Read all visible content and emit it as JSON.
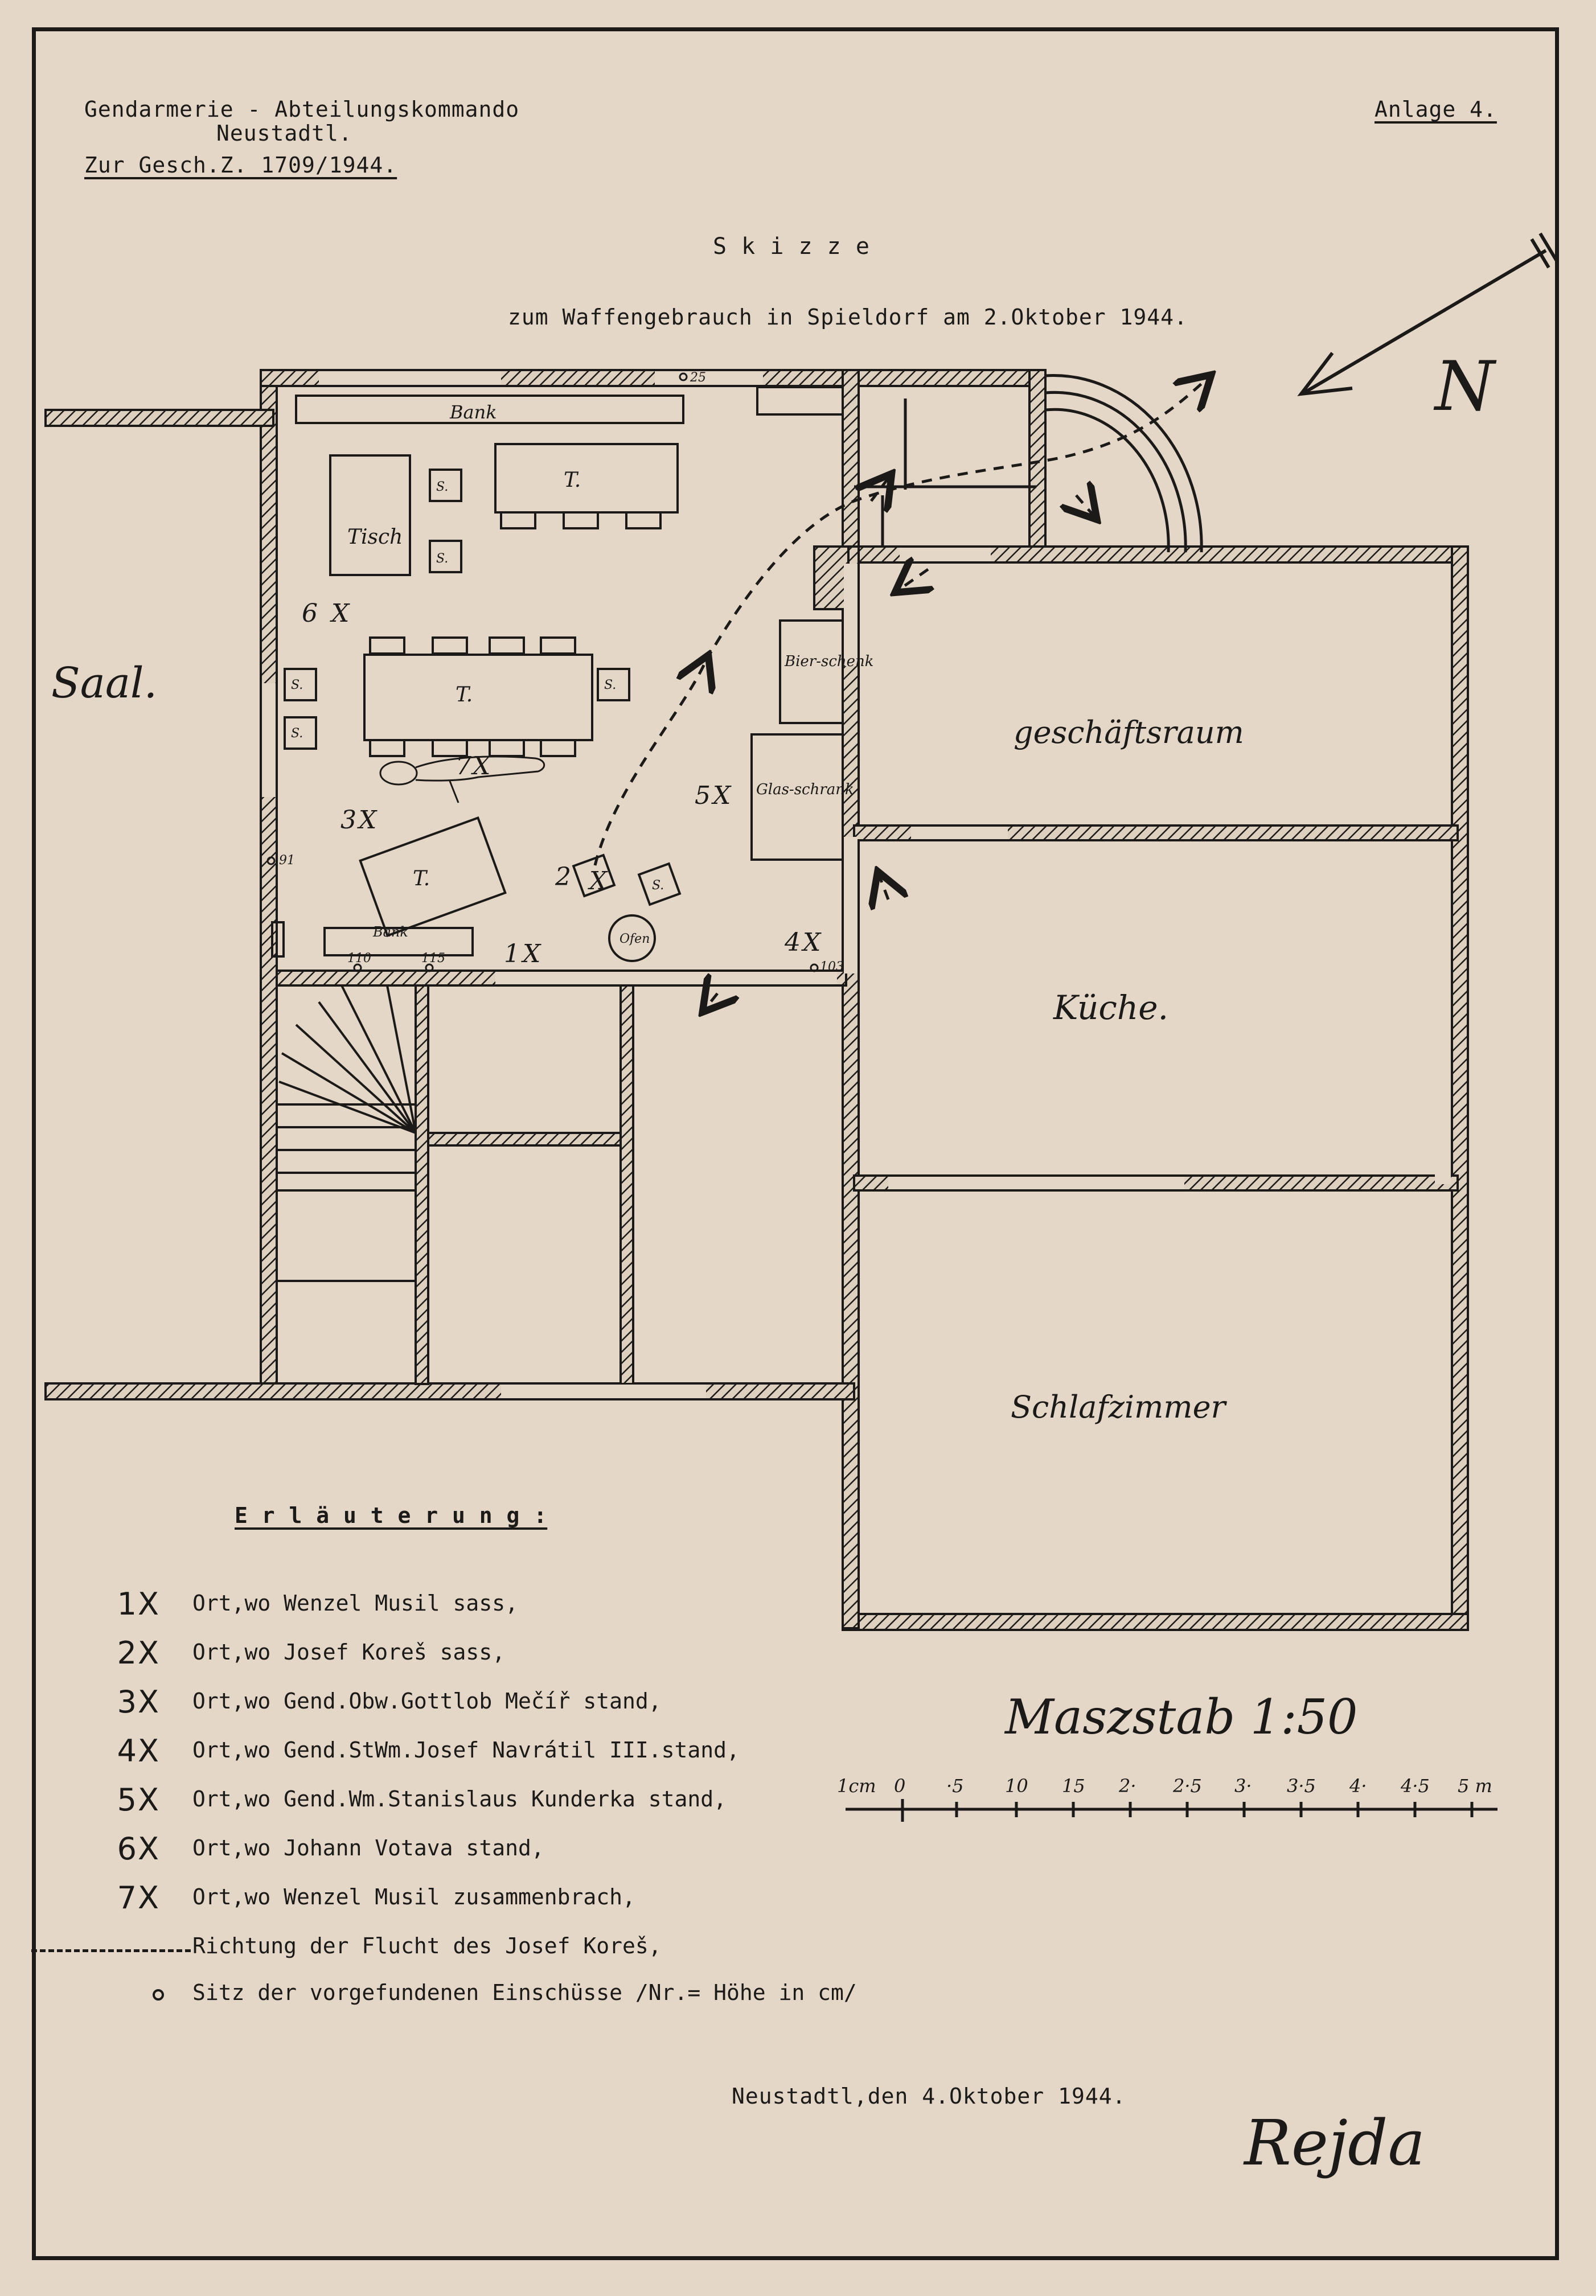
{
  "header": {
    "office_line1": "Gendarmerie - Abteilungskommando",
    "office_line2": "Neustadtl.",
    "ref": "Zur Gesch.Z. 1709/1944.",
    "annex": "Anlage 4."
  },
  "title": "S k i z z e",
  "subtitle": "zum Waffengebrauch in Spieldorf am 2.Oktober 1944.",
  "compass": {
    "label": "N"
  },
  "plan": {
    "rooms": {
      "saal": "Saal.",
      "geschaeftsraum": "geschäftsraum",
      "kueche": "Küche.",
      "schlafzimmer": "Schlafzimmer"
    },
    "furniture": {
      "bank_top": "Bank",
      "bank_bottom": "Bank",
      "tisch": "Tisch",
      "table_short": "T.",
      "chair_short": "S.",
      "bierschenk": "Bier-schenk",
      "glasschrank": "Glas-schrank",
      "ofen": "Ofen"
    },
    "shot_heights": [
      "25",
      "91",
      "110",
      "115",
      "103"
    ],
    "markers": [
      {
        "num": "1"
      },
      {
        "num": "2"
      },
      {
        "num": "3"
      },
      {
        "num": "4"
      },
      {
        "num": "5"
      },
      {
        "num": "6"
      },
      {
        "num": "7"
      }
    ]
  },
  "legend": {
    "title": "E r l ä u t e r u n g :",
    "items": [
      {
        "num": "1",
        "text": "Ort,wo Wenzel Musil sass,"
      },
      {
        "num": "2",
        "text": "Ort,wo Josef Koreš sass,"
      },
      {
        "num": "3",
        "text": "Ort,wo Gend.Obw.Gottlob Mečíř stand,"
      },
      {
        "num": "4",
        "text": "Ort,wo Gend.StWm.Josef Navrátil III.stand,"
      },
      {
        "num": "5",
        "text": "Ort,wo Gend.Wm.Stanislaus Kunderka stand,"
      },
      {
        "num": "6",
        "text": "Ort,wo Johann Votava stand,"
      },
      {
        "num": "7",
        "text": "Ort,wo Wenzel Musil zusammenbrach,"
      }
    ],
    "mark": "X",
    "dash_text": "Richtung der Flucht des Josef Koreš,",
    "dot_text": "Sitz der vorgefundenen Einschüsse /Nr.= Höhe in cm/"
  },
  "scale": {
    "title": "Maszstab 1:50",
    "ticks": [
      "1cm",
      "0",
      "·5",
      "10",
      "15",
      "2·",
      "2·5",
      "3·",
      "3·5",
      "4·",
      "4·5",
      "5 m"
    ]
  },
  "footer": {
    "place_date": "Neustadtl,den 4.Oktober 1944.",
    "signature": "Rejda"
  }
}
